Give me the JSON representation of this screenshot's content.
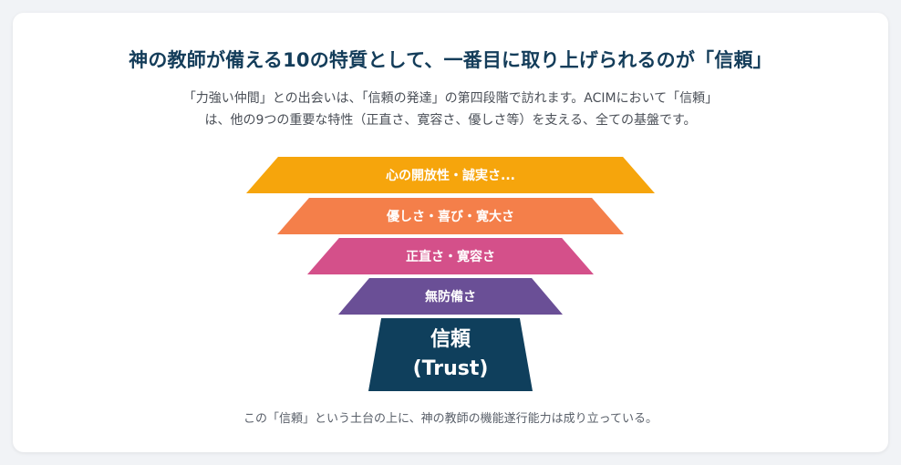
{
  "title": "神の教師が備える10の特質として、一番目に取り上げられるのが「信頼」",
  "description": {
    "line1": "「力強い仲間」との出会いは、「信頼の発達」の第四段階で訪れます。ACIMにおいて「信頼」",
    "line2": "は、他の9つの重要な特性（正直さ、寛容さ、優しさ等）を支える、全ての基盤です。"
  },
  "pyramid": {
    "layers": [
      {
        "label": "心の開放性・誠実さ...",
        "color": "#f6a50c"
      },
      {
        "label": "優しさ・喜び・寛大さ",
        "color": "#f47f4a"
      },
      {
        "label": "正直さ・寛容さ",
        "color": "#d4508a"
      },
      {
        "label": "無防備さ",
        "color": "#6a4f96"
      }
    ],
    "base": {
      "label": "信頼",
      "sublabel": "(Trust)",
      "color": "#0f3f5c"
    }
  },
  "footer": "この「信頼」という土台の上に、神の教師の機能遂行能力は成り立っている。"
}
